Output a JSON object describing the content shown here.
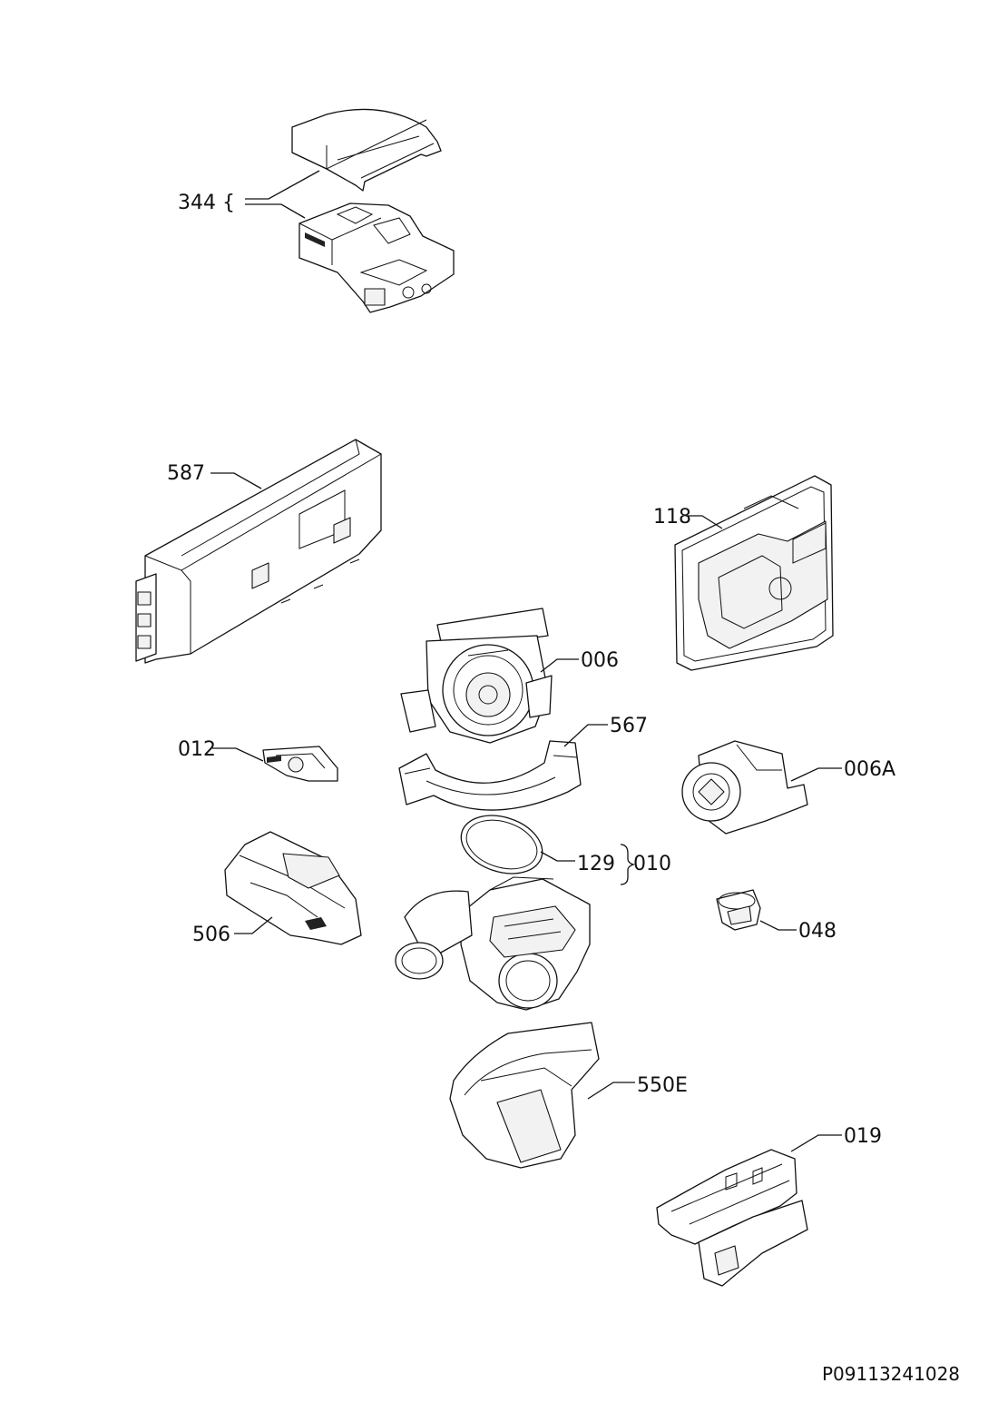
{
  "callouts": {
    "c344": "344 {",
    "c587": "587",
    "c118": "118",
    "c006": "006",
    "c567": "567",
    "c012": "012",
    "c006A": "006A",
    "c129": "129",
    "c010": "010",
    "c506": "506",
    "c048": "048",
    "c550E": "550E",
    "c019": "019"
  },
  "reference_code": "P09113241028"
}
